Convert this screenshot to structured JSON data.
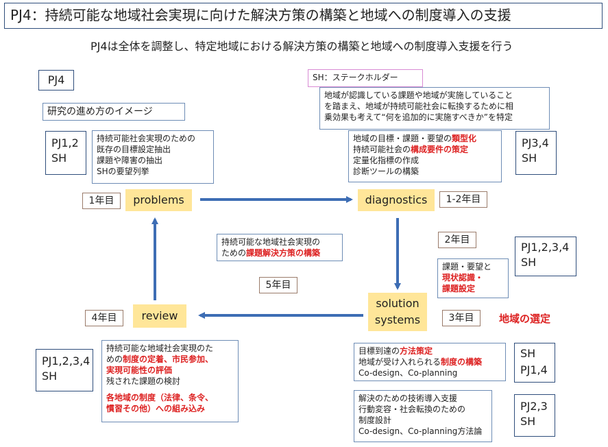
{
  "title": "PJ4：持続可能な地域社会実現に向けた解決方策の構築と地域への制度導入の支援",
  "subtitle": "PJ4は全体を調整し、特定地域における解決方策の構築と地域への制度導入支援を行う",
  "pj4_label": "PJ4",
  "image_label": "研究の進め方のイメージ",
  "sh_legend": "SH：ステークホルダー",
  "sh_description": [
    "地域が認識している課題や地域が実施していること",
    "を踏まえ、地域が持続可能社会に転換するために相",
    "乗効果も考えて“何を追加的に実施すべきか”を特定"
  ],
  "nodes": {
    "problems": "problems",
    "diagnostics": "diagnostics",
    "solution_line1": "solution",
    "solution_line2": "systems",
    "review": "review"
  },
  "years": {
    "problems": "1年目",
    "diagnostics": "1-2年目",
    "second": "2年目",
    "solution": "3年目",
    "review": "4年目",
    "center": "5年目"
  },
  "region_selection": "地域の選定",
  "center_box": {
    "line1": "持続可能な地域社会実現の",
    "line2_plain": "ための",
    "line2_red": "課題解決方策の構築"
  },
  "problems_box": [
    "持続可能社会実現のための",
    "既存の目標設定抽出",
    "課題や障害の抽出",
    "SHの要望列挙"
  ],
  "diagnostics_box": {
    "line1_plain": "地域の目標・課題・要望の",
    "line1_red": "類型化",
    "line2_plain": "持続可能社会の",
    "line2_red": "構成要件の策定",
    "line3": "定量化指標の作成",
    "line4": "診断ツールの構築"
  },
  "second_box": {
    "line1": "課題・要望と",
    "line2_red": "現状認識・",
    "line3_red": "課題設定"
  },
  "solution_box_a": {
    "line1_plain": "目標到達の",
    "line1_red": "方法策定",
    "line2_plain": "地域が受け入れられる",
    "line2_red": "制度の構築",
    "line3": "Co-design、Co-planning"
  },
  "solution_box_b": [
    "解決のための技術導入支援",
    "行動変容・社会転換のための",
    "制度設計",
    "Co-design、Co-planning方法論"
  ],
  "review_box": {
    "line1": "持続可能な地域社会実現のた",
    "line2_plain": "めの",
    "line2_red": "制度の定着、市民参加、",
    "line3_red": "実現可能性の評価",
    "line4": "残された課題の検討",
    "line5_red": "各地域の制度（法律、条令、",
    "line6_red": "慣習その他）への組み込み"
  },
  "pj_boxes": {
    "problems": [
      "PJ1,2",
      "SH"
    ],
    "diagnostics": [
      "PJ3,4",
      "SH"
    ],
    "second": [
      "PJ1,2,3,4",
      "SH"
    ],
    "solution_a": [
      "SH",
      "PJ1,4"
    ],
    "solution_b": [
      "PJ2,3",
      "SH"
    ],
    "review": [
      "PJ1,2,3,4",
      "SH"
    ]
  },
  "colors": {
    "arrow": "#3d6db4",
    "node_fill": "#ffe699",
    "emphasis": "#dd2222",
    "frame": "#2e4d7b"
  }
}
